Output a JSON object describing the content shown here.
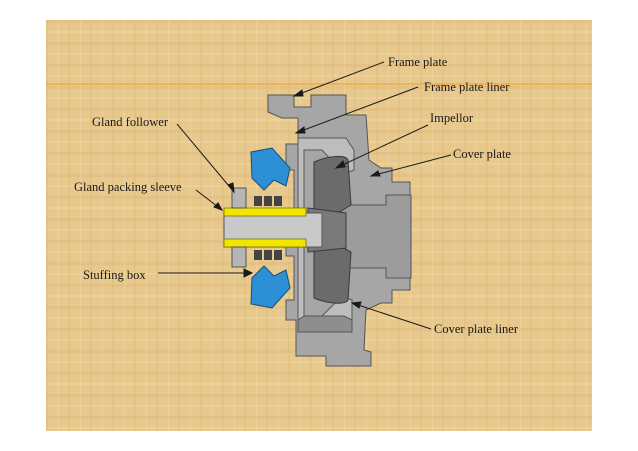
{
  "labels": {
    "frame_plate": "Frame plate",
    "frame_plate_liner": "Frame plate liner",
    "impellor": "Impellor",
    "cover_plate": "Cover plate",
    "gland_follower": "Gland follower",
    "gland_packing_sleeve": "Gland packing sleeve",
    "stuffing_box": "Stuffing box",
    "cover_plate_liner": "Cover plate liner"
  },
  "colors": {
    "background": "#e9c98c",
    "accent_line": "#f0a030",
    "casing": "#a6a6a6",
    "liner": "#8c8c8c",
    "impeller": "#6b6b6b",
    "packing": "#2d8fd6",
    "sleeve": "#f2e600",
    "outline": "#444444"
  }
}
